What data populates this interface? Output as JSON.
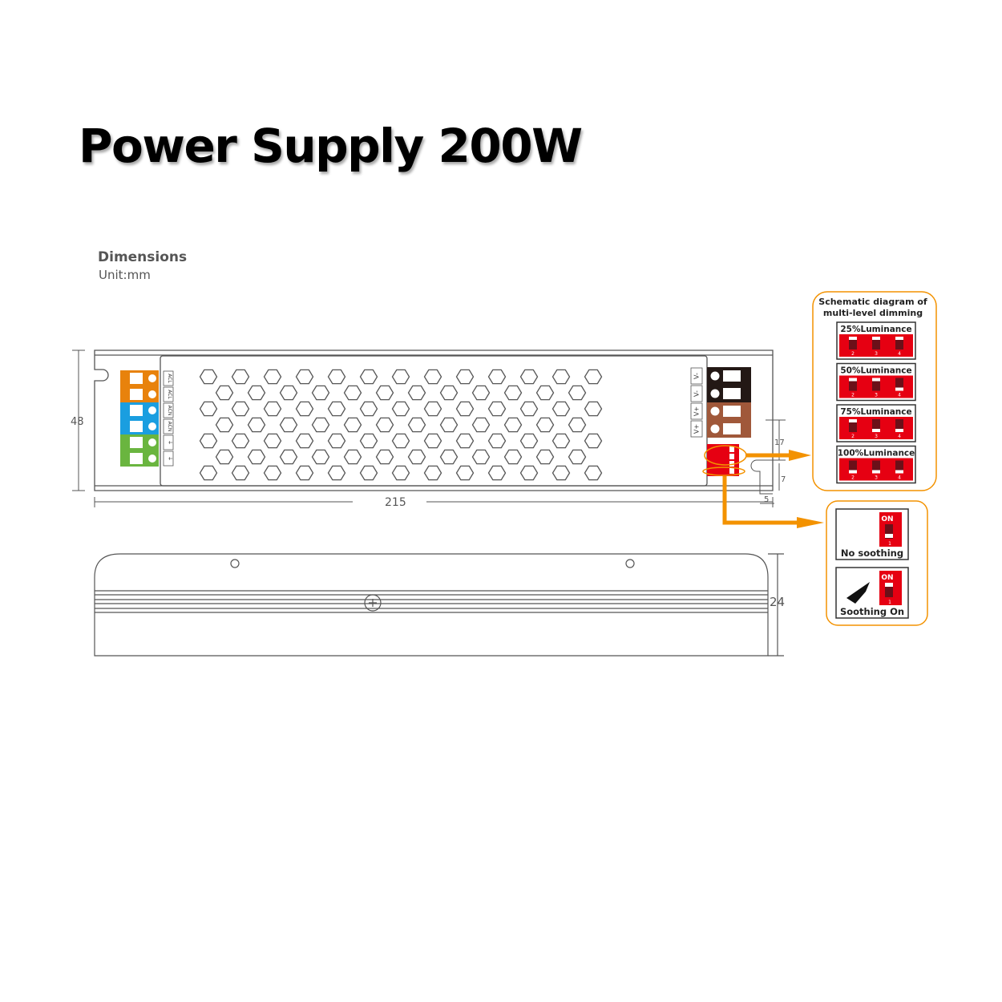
{
  "title": "Power Supply 200W",
  "dimensions": {
    "heading": "Dimensions",
    "unit": "Unit:mm"
  },
  "measurements": {
    "length": "215",
    "height": "48",
    "side_height": "24",
    "dip_offset": "17",
    "mount_height": "7",
    "mount_width": "5"
  },
  "input_terminals": [
    "ACL",
    "ACL",
    "ACN",
    "ACN",
    "⏚",
    "⏚"
  ],
  "input_terminal_colors": [
    "#e8820c",
    "#e8820c",
    "#1a9ee0",
    "#1a9ee0",
    "#6ab53f",
    "#6ab53f"
  ],
  "output_terminals": [
    "V-",
    "V-",
    "V+",
    "V+"
  ],
  "output_terminal_colors": [
    "#231815",
    "#231815",
    "#a0583a",
    "#a0583a"
  ],
  "dimming_panel": {
    "title_line1": "Schematic diagram of",
    "title_line2": "multi-level dimming",
    "switch_numbers": [
      "2",
      "3",
      "4"
    ],
    "levels": [
      {
        "label": "25%Luminance",
        "switches_on": [
          true,
          true,
          true
        ]
      },
      {
        "label": "50%Luminance",
        "switches_on": [
          true,
          true,
          false
        ]
      },
      {
        "label": "75%Luminance",
        "switches_on": [
          true,
          false,
          false
        ]
      },
      {
        "label": "100%Luminance",
        "switches_on": [
          false,
          false,
          false
        ]
      }
    ]
  },
  "smoothing_panel": {
    "on_label": "ON",
    "switch_number": "1",
    "options": [
      {
        "label": "No soothing",
        "switch_on": false
      },
      {
        "label": "Soothing On",
        "switch_on": true
      }
    ]
  },
  "colors": {
    "accent": "#f39200",
    "switch_red": "#e60012",
    "switch_dark": "#6b1019",
    "line": "#444444"
  }
}
